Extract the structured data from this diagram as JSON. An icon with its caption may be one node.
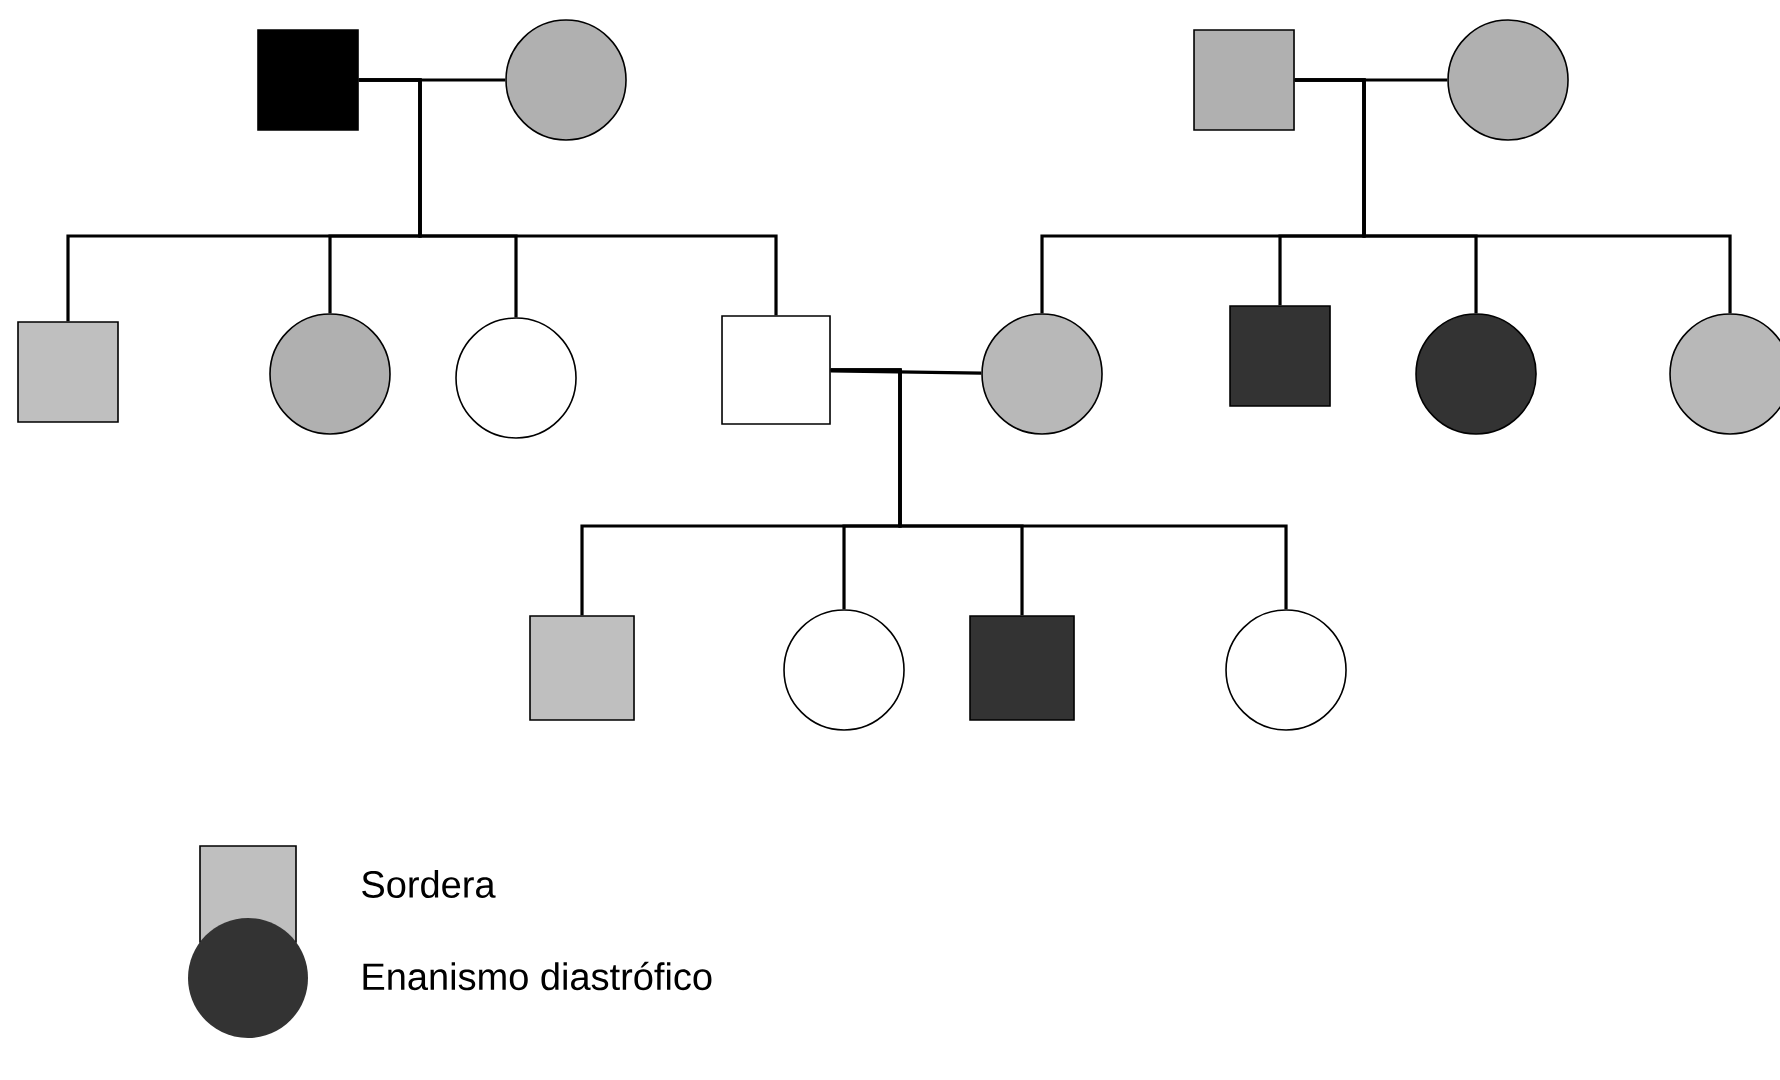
{
  "diagram": {
    "nodes": [
      {
        "text": [],
        "shape": "box"
      },
      {
        "text": [],
        "shape": "circle"
      },
      {
        "text": [],
        "shape": "box"
      },
      {
        "text": [],
        "shape": "circle"
      },
      {
        "text": [],
        "shape": "box"
      },
      {
        "text": [],
        "shape": "circle"
      },
      {
        "text": [],
        "shape": "circle"
      },
      {
        "text": [],
        "shape": "box"
      },
      {
        "text": [],
        "shape": "circle"
      },
      {
        "text": [],
        "shape": "box"
      },
      {
        "text": [],
        "shape": "circle"
      },
      {
        "text": [],
        "shape": "circle"
      },
      {
        "text": [],
        "shape": "box"
      },
      {
        "text": [],
        "shape": "circle"
      },
      {
        "text": [],
        "shape": "box"
      },
      {
        "text": [],
        "shape": "circle"
      }
    ],
    "edges": [
      {
        "from": 0,
        "to": 1,
        "arrow": "none"
      },
      {
        "from": 2,
        "to": 3,
        "arrow": "none"
      },
      {
        "from": 0,
        "to": 4,
        "arrow": "none"
      },
      {
        "from": 0,
        "to": 5,
        "arrow": "none"
      },
      {
        "from": 0,
        "to": 6,
        "arrow": "none"
      },
      {
        "from": 0,
        "to": 7,
        "arrow": "none"
      },
      {
        "from": 2,
        "to": 8,
        "arrow": "none"
      },
      {
        "from": 2,
        "to": 9,
        "arrow": "none"
      },
      {
        "from": 2,
        "to": 10,
        "arrow": "none"
      },
      {
        "from": 2,
        "to": 11,
        "arrow": "none"
      },
      {
        "from": 7,
        "to": 8,
        "arrow": "none"
      },
      {
        "from": 7,
        "to": 12,
        "arrow": "none"
      },
      {
        "from": 7,
        "to": 13,
        "arrow": "none"
      },
      {
        "from": 7,
        "to": 14,
        "arrow": "none"
      },
      {
        "from": 7,
        "to": 15,
        "arrow": "none"
      }
    ],
    "legend": [
      {
        "text": "Sordera",
        "color": "#bfbfbf"
      },
      {
        "text": "Enanismo diastrófico",
        "color": "#333333"
      }
    ]
  }
}
